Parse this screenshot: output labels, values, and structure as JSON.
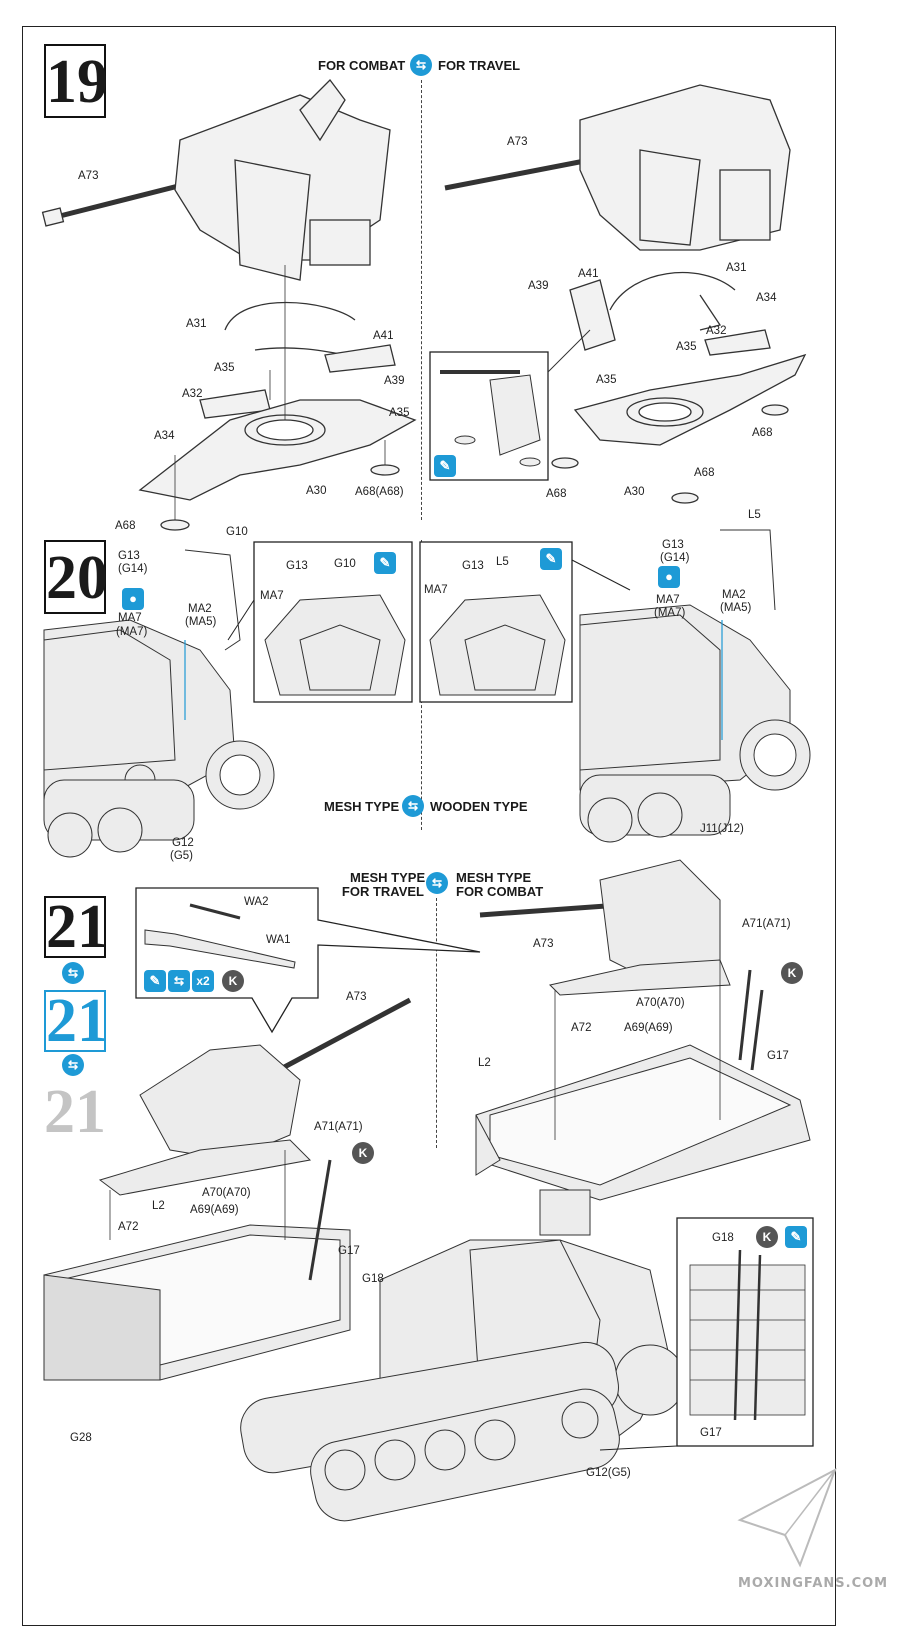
{
  "step19": {
    "number": "19",
    "left_header": "FOR COMBAT",
    "right_header": "FOR TRAVEL",
    "left_labels": [
      "A73",
      "A31",
      "A41",
      "A35",
      "A39",
      "A32",
      "A35",
      "A34",
      "A30",
      "A68(A68)",
      "A68"
    ],
    "right_labels": [
      "A73",
      "A31",
      "A39",
      "A41",
      "A34",
      "A32",
      "A35",
      "A35",
      "A68",
      "A68",
      "A30",
      "A68"
    ]
  },
  "step20": {
    "number": "20",
    "mid_header_left": "MESH TYPE",
    "mid_header_right": "WOODEN TYPE",
    "left_labels": [
      "G10",
      "G13",
      "(G14)",
      "MA7",
      "(MA7)",
      "MA2",
      "(MA5)",
      "G12",
      "(G5)"
    ],
    "detail_left_labels": [
      "G13",
      "G10",
      "MA7"
    ],
    "detail_right_labels": [
      "MA7",
      "G13",
      "L5"
    ],
    "right_labels": [
      "L5",
      "G13",
      "(G14)",
      "MA7",
      "(MA7)",
      "MA2",
      "(MA5)",
      "J11(J12)"
    ]
  },
  "step21": {
    "number": "21",
    "header_left_1": "MESH TYPE",
    "header_left_2": "FOR TRAVEL",
    "header_right_1": "MESH TYPE",
    "header_right_2": "FOR COMBAT",
    "callout_labels": [
      "WA2",
      "WA1"
    ],
    "callout_multiplier": "x2",
    "k_badge": "K",
    "left_labels": [
      "A73",
      "A71(A71)",
      "A70(A70)",
      "A69(A69)",
      "A72",
      "L2",
      "G17",
      "G18",
      "G28",
      "G12(G5)"
    ],
    "right_labels": [
      "A73",
      "A71(A71)",
      "A70(A70)",
      "A69(A69)",
      "A72",
      "L2",
      "G17"
    ],
    "detail_labels": [
      "G18",
      "G17"
    ]
  },
  "icons": {
    "swap": "swap-arrows-icon",
    "paint": "paint-brush-icon",
    "glue": "glue-drop-icon",
    "k_part": "k-part-icon"
  },
  "colors": {
    "accent": "#1e9ad6",
    "ink": "#1a1a1a",
    "k_badge": "#555555"
  },
  "watermark": "MOXINGFANS.COM"
}
